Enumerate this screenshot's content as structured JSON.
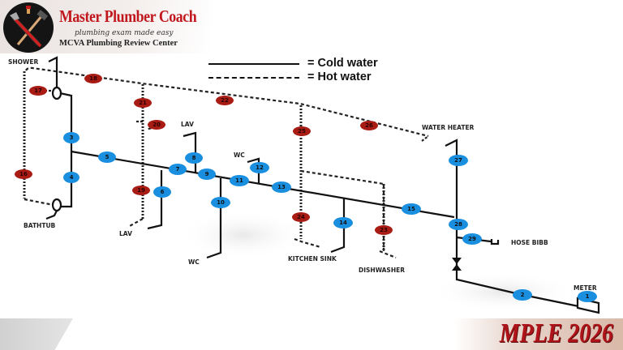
{
  "header": {
    "brand_title": "Master Plumber Coach",
    "brand_tagline": "plumbing exam made easy",
    "brand_subtitle": "MCVA Plumbing Review Center"
  },
  "legend": {
    "cold": {
      "label": "= Cold water",
      "style": "solid"
    },
    "hot": {
      "label": "= Hot water",
      "style": "dashed"
    }
  },
  "colors": {
    "cold_badge": "#1a8fe0",
    "hot_badge": "#a81c14",
    "pipe": "#111111",
    "brand_red": "#c0161c"
  },
  "fixtures": {
    "shower": "SHOWER",
    "bathtub": "BATHTUB",
    "lav_upper": "LAV",
    "lav_lower": "LAV",
    "wc_upper": "WC",
    "wc_lower": "WC",
    "kitchen_sink": "KITCHEN SINK",
    "dishwasher": "DISHWASHER",
    "water_heater": "WATER HEATER",
    "hose_bibb": "HOSE BIBB",
    "meter": "METER"
  },
  "cold_segments": [
    "1",
    "2",
    "3",
    "4",
    "5",
    "6",
    "7",
    "8",
    "9",
    "10",
    "11",
    "12",
    "13",
    "14",
    "15",
    "27",
    "28",
    "29"
  ],
  "hot_segments": [
    "16",
    "17",
    "18",
    "19",
    "20",
    "21",
    "22",
    "23",
    "24",
    "25",
    "26"
  ],
  "footer": {
    "title": "MPLE 2026"
  }
}
